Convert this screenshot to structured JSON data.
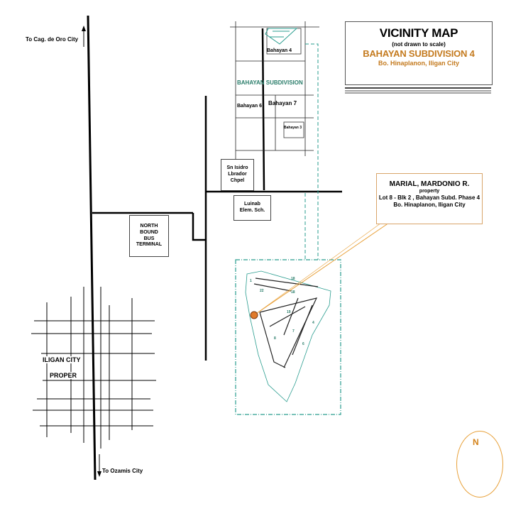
{
  "title": {
    "heading": "VICINITY MAP",
    "note": "(not drawn to scale)",
    "subdivision": "BAHAYAN SUBDIVISION 4",
    "location": "Bo. Hinaplanon, Iligan City"
  },
  "owner": {
    "name": "MARIAL, MARDONIO R.",
    "role": "property",
    "lot": "Lot 8 - Blk 2 , Bahayan Subd. Phase 4",
    "address": "Bo. Hinaplanon, Iligan City"
  },
  "labels": {
    "to_cagayan": "To Cag. de Oro City",
    "to_ozamis": "To Ozamis City",
    "bahayan_4": "Bahayan 4",
    "bahayan_subdivision": "BAHAYAN SUBDIVISION",
    "bahayan_6": "Bahayan 6",
    "bahayan_7": "Bahayan 7",
    "bahayan_3": "Bahayan 3",
    "chapel": [
      "Sn Isidro",
      "Lbrador",
      "Chpel"
    ],
    "school": [
      "Luinab",
      "Elem. Sch."
    ],
    "terminal": [
      "NORTH",
      "BOUND",
      "BUS",
      "TERMINAL"
    ],
    "iligan": [
      "ILIGAN CITY",
      "PROPER"
    ],
    "north": "N"
  },
  "lot_numbers": [
    "1",
    "22",
    "18",
    "18",
    "19",
    "8",
    "7",
    "6",
    "4"
  ],
  "colors": {
    "road": "#000000",
    "teal": "#2a9d8f",
    "accent": "#c47a1e",
    "arrow_green": "#2e6e1a",
    "property_marker": "#e07a2a"
  },
  "icons": [
    "north-arrow-icon",
    "up-arrow-icon",
    "down-arrow-icon",
    "property-marker-icon"
  ]
}
